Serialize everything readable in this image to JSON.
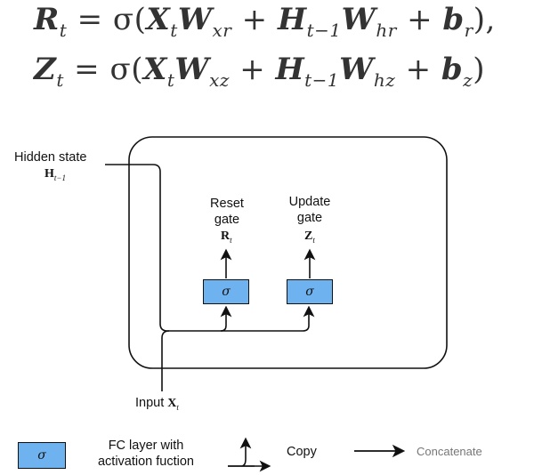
{
  "equations": {
    "r": {
      "lhs": "R",
      "lhs_sub": "t",
      "eq": " = σ(",
      "x": "X",
      "x_sub": "t",
      "w1": "W",
      "w1_sub": "xr",
      "plus1": " + ",
      "h": "H",
      "h_sub": "t−1",
      "w2": "W",
      "w2_sub": "hr",
      "plus2": " + ",
      "b": "b",
      "b_sub": "r",
      "end": "),"
    },
    "z": {
      "lhs": "Z",
      "lhs_sub": "t",
      "eq": " = σ(",
      "x": "X",
      "x_sub": "t",
      "w1": "W",
      "w1_sub": "xz",
      "plus1": " + ",
      "h": "H",
      "h_sub": "t−1",
      "w2": "W",
      "w2_sub": "hz",
      "plus2": " + ",
      "b": "b",
      "b_sub": "z",
      "end": ")"
    }
  },
  "diagram": {
    "hidden_state_label": "Hidden state",
    "hidden_state_symbol": "H",
    "hidden_state_sub": "t−1",
    "reset_gate_label_1": "Reset",
    "reset_gate_label_2": "gate",
    "reset_symbol": "R",
    "reset_sub": "t",
    "update_gate_label_1": "Update",
    "update_gate_label_2": "gate",
    "update_symbol": "Z",
    "update_sub": "t",
    "gate_sigma": "σ",
    "input_label": "Input",
    "input_symbol": "X",
    "input_sub": "t"
  },
  "legend": {
    "fc_symbol": "σ",
    "fc_label_1": "FC layer with",
    "fc_label_2": "activation fuction",
    "copy_label": "Copy",
    "concat_label": "Concatenate"
  },
  "colors": {
    "gate_fill": "#6fb2f0",
    "stroke": "#111111"
  }
}
